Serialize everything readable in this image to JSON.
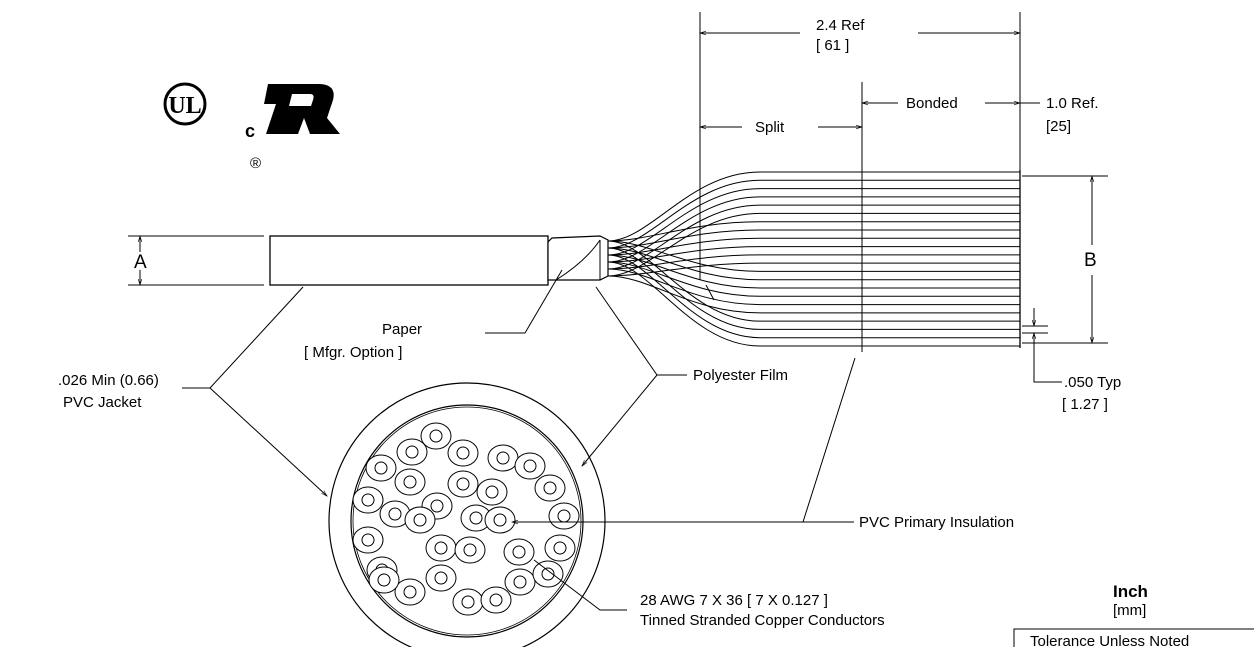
{
  "certifications": {
    "ul_mark": "UL",
    "cru_c": "c",
    "cru_registered": "®"
  },
  "dimensions": {
    "overall_length": "2.4 Ref",
    "overall_length_mm": "[ 61 ]",
    "bonded_length": "1.0 Ref.",
    "bonded_length_mm": "[25]",
    "bonded_label": "Bonded",
    "split_label": "Split",
    "diameter_a": "A",
    "width_b": "B",
    "pitch": ".050 Typ",
    "pitch_mm": "[ 1.27 ]"
  },
  "callouts": {
    "paper": "Paper",
    "paper_note": "[ Mfgr. Option ]",
    "jacket_thickness": ".026 Min (0.66)",
    "jacket": "PVC Jacket",
    "polyester_film": "Polyester Film",
    "primary_insulation": "PVC Primary Insulation",
    "conductor_spec": "28 AWG 7 X 36 [ 7 X 0.127 ]",
    "conductor_desc": "Tinned Stranded Copper Conductors"
  },
  "units": {
    "primary": "Inch",
    "secondary": "[mm]",
    "tolerance_box": "Tolerance Unless Noted"
  }
}
